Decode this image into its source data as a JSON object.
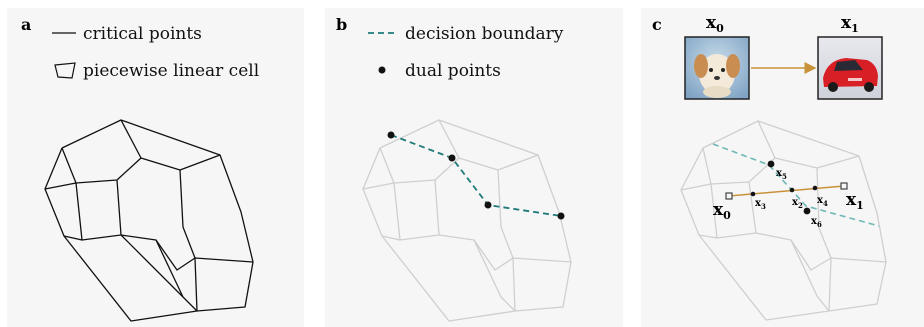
{
  "panels": {
    "a": {
      "label": "a",
      "legend": {
        "critical_points": "critical points",
        "cell": "piecewise linear cell"
      }
    },
    "b": {
      "label": "b",
      "legend": {
        "boundary": "decision boundary",
        "dual": "dual points"
      }
    },
    "c": {
      "label": "c",
      "image_labels": {
        "x0": "x",
        "x0_sub": "0",
        "x1": "x",
        "x1_sub": "1"
      },
      "point_labels": {
        "x0": "x",
        "x0_sub": "0",
        "x1": "x",
        "x1_sub": "1",
        "x2": "x",
        "x2_sub": "2",
        "x3": "x",
        "x3_sub": "3",
        "x4": "x",
        "x4_sub": "4",
        "x5": "x",
        "x5_sub": "5",
        "x6": "x",
        "x6_sub": "6"
      },
      "images": {
        "x0": "dog-photo",
        "x1": "red-car-photo"
      }
    }
  },
  "colors": {
    "panel_bg": "#f6f6f6",
    "cell_lines_dark": "#111111",
    "cell_lines_light": "#cfcfcf",
    "boundary": "#1f7a7a",
    "boundary_light": "#6fb8b6",
    "interpolation": "#c8923a"
  }
}
